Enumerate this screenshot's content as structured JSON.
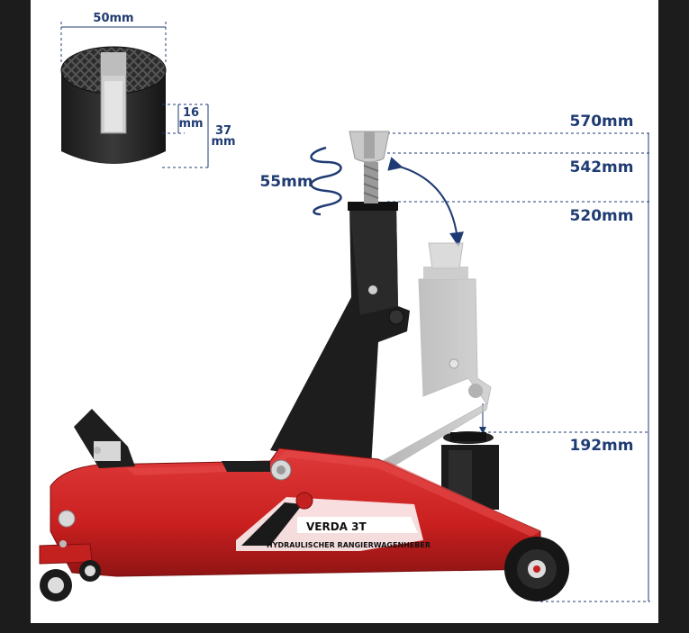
{
  "dimensions": {
    "pad_width": "50mm",
    "pad_slot_depth_value": "16",
    "pad_slot_depth_unit": "mm",
    "pad_height_value": "37",
    "pad_height_unit": "mm",
    "screw_extension": "55mm",
    "max_height": "570mm",
    "mid_height": "542mm",
    "lift_height": "520mm",
    "min_height": "192mm"
  },
  "brand": {
    "name": "VERDA 3T",
    "subtitle": "HYDRAULISCHER RANGIERWAGENHEBER"
  },
  "colors": {
    "dimension_blue": "#1f3b73",
    "jack_red": "#d42a2a",
    "arm_black": "#1d1d1d",
    "frame_dark": "#1c1c1c",
    "background": "#ffffff"
  }
}
